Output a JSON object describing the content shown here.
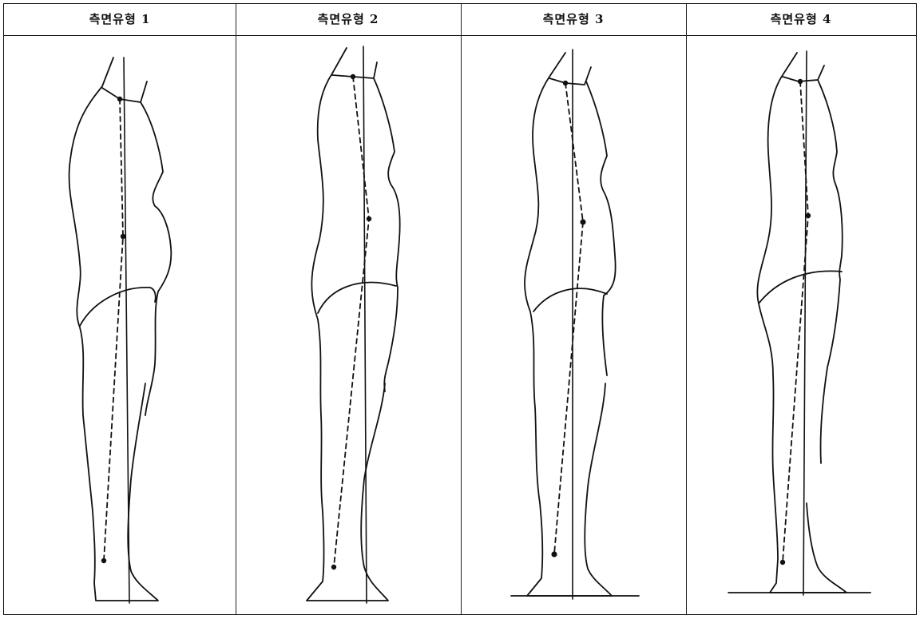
{
  "panels": [
    {
      "title": "측면유형 1"
    },
    {
      "title": "측면유형 2"
    },
    {
      "title": "측면유형 3"
    },
    {
      "title": "측면유형 4"
    }
  ]
}
